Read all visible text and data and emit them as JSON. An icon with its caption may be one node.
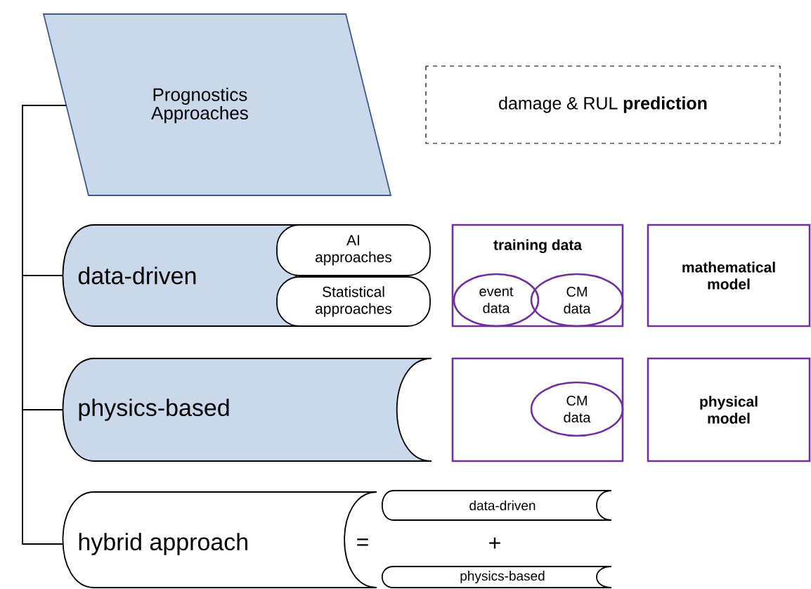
{
  "diagram": {
    "nodes": [
      {
        "text": [
          "Prognostics Approaches"
        ]
      },
      {
        "text": [
          "damage & RUL **prediction**"
        ]
      },
      {
        "text": [
          "data-driven"
        ]
      },
      {
        "text": [
          "AI approaches"
        ]
      },
      {
        "text": [
          "Statistical approaches"
        ]
      },
      {
        "text": [
          "training data"
        ]
      },
      {
        "text": [
          "event data"
        ],
        "in": 5
      },
      {
        "text": [
          "CM data"
        ],
        "in": 5
      },
      {
        "text": [
          "mathematical model"
        ]
      },
      {
        "text": [
          "physics-based"
        ]
      },
      {
        "text": [],
        "shape": "box"
      },
      {
        "text": [
          "CM data"
        ],
        "in": 10
      },
      {
        "text": [
          "physical model"
        ]
      },
      {
        "text": [
          "hybrid approach"
        ]
      },
      {
        "text": [
          "data-driven"
        ]
      },
      {
        "text": [
          "physics-based"
        ]
      }
    ],
    "edges": [
      {
        "from": 0,
        "to": 2,
        "arrow": "none"
      },
      {
        "from": 0,
        "to": 9,
        "arrow": "none"
      },
      {
        "from": 0,
        "to": 13,
        "arrow": "none"
      }
    ],
    "labels": [
      "=",
      "+"
    ]
  }
}
